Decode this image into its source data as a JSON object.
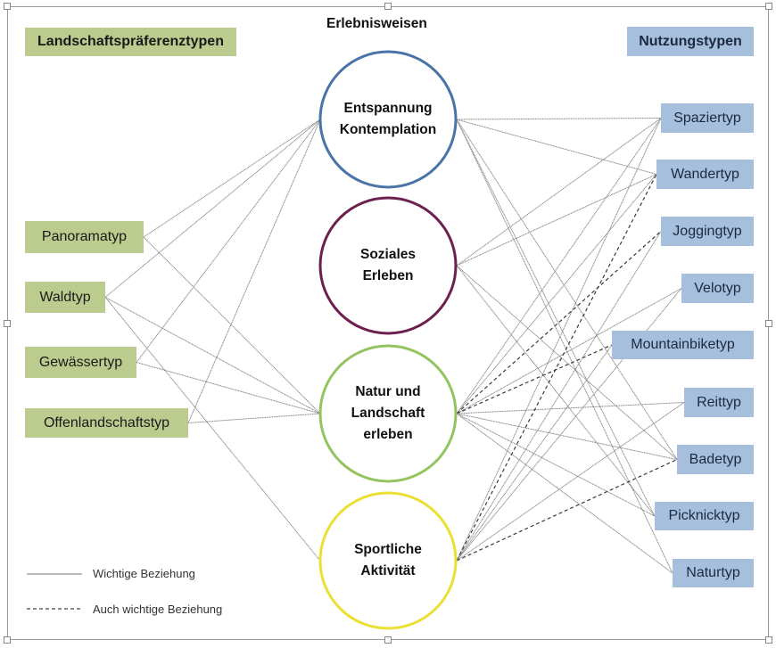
{
  "title": "Erlebnisweisen",
  "left_header": "Landschaftspräferenztypen",
  "right_header": "Nutzungstypen",
  "left_nodes": [
    {
      "id": "panorama",
      "label": "Panoramatyp"
    },
    {
      "id": "wald",
      "label": "Waldtyp"
    },
    {
      "id": "gewaesser",
      "label": "Gewässertyp"
    },
    {
      "id": "offen",
      "label": "Offenlandschaftstyp"
    }
  ],
  "center_nodes": [
    {
      "id": "entspannung",
      "lines": [
        "Entspannung",
        "Kontemplation"
      ],
      "color": "#4a73a8"
    },
    {
      "id": "sozial",
      "lines": [
        "Soziales",
        "Erleben"
      ],
      "color": "#6b2050"
    },
    {
      "id": "natur",
      "lines": [
        "Natur und",
        "Landschaft",
        "erleben"
      ],
      "color": "#93c460"
    },
    {
      "id": "sport",
      "lines": [
        "Sportliche",
        "Aktivität"
      ],
      "color": "#ecdf33"
    }
  ],
  "right_nodes": [
    {
      "id": "spazier",
      "label": "Spaziertyp"
    },
    {
      "id": "wander",
      "label": "Wandertyp"
    },
    {
      "id": "jogging",
      "label": "Joggingtyp"
    },
    {
      "id": "velo",
      "label": "Velotyp"
    },
    {
      "id": "mtb",
      "label": "Mountainbiketyp"
    },
    {
      "id": "reit",
      "label": "Reittyp"
    },
    {
      "id": "bade",
      "label": "Badetyp"
    },
    {
      "id": "picknick",
      "label": "Picknicktyp"
    },
    {
      "id": "natur_t",
      "label": "Naturtyp"
    }
  ],
  "edges": [
    {
      "from": "panorama",
      "to": "entspannung",
      "style": "solid"
    },
    {
      "from": "panorama",
      "to": "natur",
      "style": "solid"
    },
    {
      "from": "wald",
      "to": "entspannung",
      "style": "solid"
    },
    {
      "from": "wald",
      "to": "natur",
      "style": "solid"
    },
    {
      "from": "wald",
      "to": "sport",
      "style": "solid"
    },
    {
      "from": "gewaesser",
      "to": "entspannung",
      "style": "solid"
    },
    {
      "from": "gewaesser",
      "to": "natur",
      "style": "solid"
    },
    {
      "from": "offen",
      "to": "entspannung",
      "style": "solid"
    },
    {
      "from": "offen",
      "to": "natur",
      "style": "solid"
    },
    {
      "from": "entspannung",
      "to": "spazier",
      "style": "solid"
    },
    {
      "from": "entspannung",
      "to": "wander",
      "style": "solid"
    },
    {
      "from": "entspannung",
      "to": "bade",
      "style": "solid"
    },
    {
      "from": "entspannung",
      "to": "picknick",
      "style": "solid"
    },
    {
      "from": "entspannung",
      "to": "natur_t",
      "style": "solid"
    },
    {
      "from": "sozial",
      "to": "spazier",
      "style": "solid"
    },
    {
      "from": "sozial",
      "to": "wander",
      "style": "solid"
    },
    {
      "from": "sozial",
      "to": "bade",
      "style": "solid"
    },
    {
      "from": "sozial",
      "to": "picknick",
      "style": "solid"
    },
    {
      "from": "natur",
      "to": "spazier",
      "style": "solid"
    },
    {
      "from": "natur",
      "to": "wander",
      "style": "solid"
    },
    {
      "from": "natur",
      "to": "jogging",
      "style": "dashed"
    },
    {
      "from": "natur",
      "to": "velo",
      "style": "solid"
    },
    {
      "from": "natur",
      "to": "mtb",
      "style": "dashed"
    },
    {
      "from": "natur",
      "to": "reit",
      "style": "solid"
    },
    {
      "from": "natur",
      "to": "bade",
      "style": "solid"
    },
    {
      "from": "natur",
      "to": "picknick",
      "style": "solid"
    },
    {
      "from": "natur",
      "to": "natur_t",
      "style": "solid"
    },
    {
      "from": "sport",
      "to": "spazier",
      "style": "solid"
    },
    {
      "from": "sport",
      "to": "wander",
      "style": "dashed"
    },
    {
      "from": "sport",
      "to": "jogging",
      "style": "solid"
    },
    {
      "from": "sport",
      "to": "velo",
      "style": "solid"
    },
    {
      "from": "sport",
      "to": "mtb",
      "style": "solid"
    },
    {
      "from": "sport",
      "to": "reit",
      "style": "solid"
    },
    {
      "from": "sport",
      "to": "bade",
      "style": "dashed"
    }
  ],
  "legend": [
    {
      "style": "solid",
      "label": "Wichtige Beziehung"
    },
    {
      "style": "dashed",
      "label": "Auch wichtige Beziehung"
    }
  ]
}
